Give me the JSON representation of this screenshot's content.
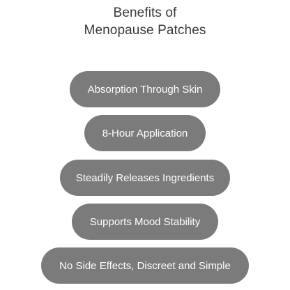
{
  "title": {
    "line1": "Benefits of",
    "line2": "Menopause Patches"
  },
  "colors": {
    "pill_background": "#7b7b7b",
    "pill_text": "#ffffff",
    "title_text": "#3a3a3a",
    "background": "#ffffff"
  },
  "benefits": [
    "Absorption Through Skin",
    "8-Hour Application",
    "Steadily Releases Ingredients",
    "Supports Mood Stability",
    "No Side Effects, Discreet and Simple"
  ]
}
